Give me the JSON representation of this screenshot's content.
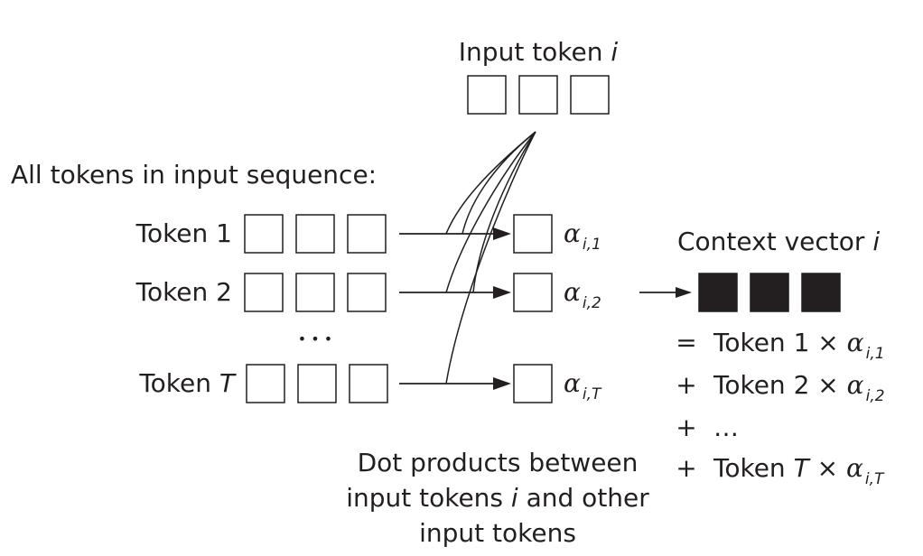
{
  "input_token": {
    "label": "Input token ",
    "index": "i"
  },
  "sequence_caption": "All tokens in input sequence:",
  "rows": [
    {
      "label": "Token ",
      "index": "1",
      "weight_symbol": "α",
      "weight_sub": "i,1"
    },
    {
      "label": "Token ",
      "index": "2",
      "weight_symbol": "α",
      "weight_sub": "i,2"
    },
    {
      "label": "Token ",
      "index": "T",
      "weight_symbol": "α",
      "weight_sub": "i,T"
    }
  ],
  "ellipsis_vertical": "• • •",
  "context_vector": {
    "label": "Context vector ",
    "index": "i"
  },
  "formula": [
    {
      "op": "=",
      "token": "Token ",
      "index": "1",
      "times": " × ",
      "symbol": "α",
      "sub": "i,1"
    },
    {
      "op": "+",
      "token": "Token ",
      "index": "2",
      "times": " × ",
      "symbol": "α",
      "sub": "i,2"
    },
    {
      "op": "+",
      "ellipsis": "…"
    },
    {
      "op": "+",
      "token": "Token ",
      "index": "T",
      "times": " × ",
      "symbol": "α",
      "sub": "i,T"
    }
  ],
  "caption_lines": [
    {
      "text": "Dot products between"
    },
    {
      "pre": "input tokens ",
      "it": "i",
      "post": " and other"
    },
    {
      "text": "input tokens"
    }
  ]
}
